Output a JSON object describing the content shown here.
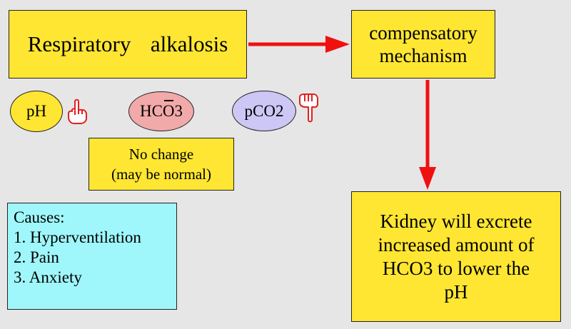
{
  "title": "Respiratory  alkalosis",
  "compensatory": {
    "line1": "compensatory",
    "line2": "mechanism"
  },
  "ovals": {
    "ph": "pH",
    "hco3_prefix": "HC",
    "hco3_bar": "O",
    "hco3_suffix": "3",
    "pco2": "pCO2"
  },
  "no_change": {
    "line1": "No change",
    "line2": "(may be normal)"
  },
  "causes": {
    "heading": "Causes:",
    "items": [
      "1. Hyperventilation",
      "2. Pain",
      "3. Anxiety"
    ]
  },
  "kidney": {
    "lines": [
      "Kidney will excrete",
      "increased amount of",
      "HCO3 to lower the",
      "pH"
    ]
  },
  "icons": {
    "ph": "hand-pointing-up-icon",
    "pco2": "hand-pointing-down-icon"
  },
  "colors": {
    "background": "#e6e6e6",
    "yellow_box": "#ffe633",
    "cyan_box": "#9ff7fb",
    "pink_oval": "#f2a9a9",
    "lavender_oval": "#cdc7f5",
    "arrow": "#f01010",
    "hand_outline": "#e02020"
  }
}
